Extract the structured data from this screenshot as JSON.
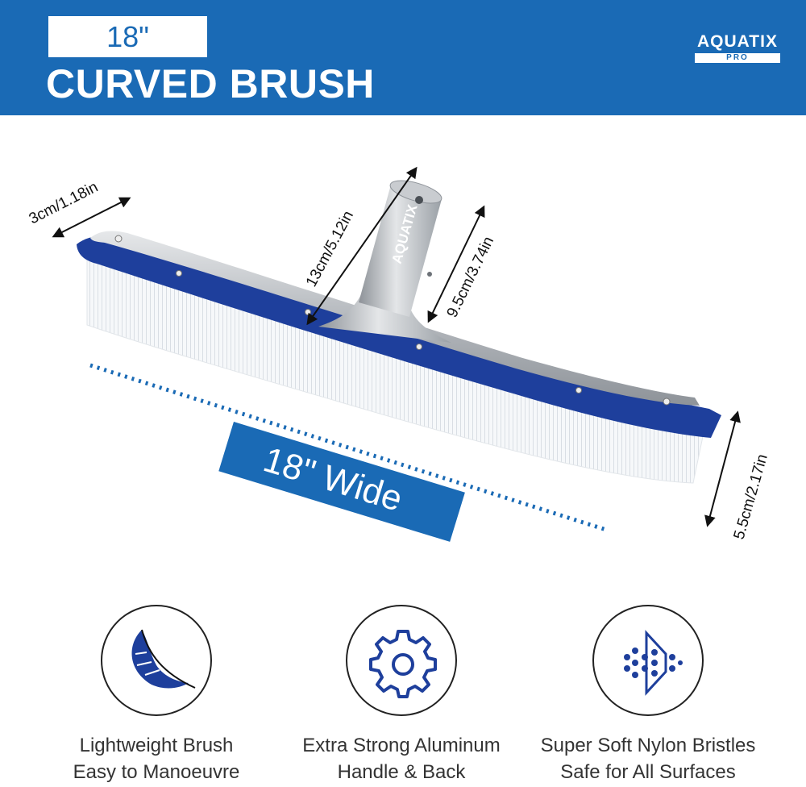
{
  "banner": {
    "size_label": "18\"",
    "headline": "CURVED BRUSH",
    "logo": {
      "name": "AQUATIX",
      "sub": "PRO"
    }
  },
  "product": {
    "handle_logo": "AQUATIX",
    "width_label": "18\" Wide",
    "dimensions": {
      "depth": "3cm/1.18in",
      "handle_height": "13cm/5.12in",
      "socket_height": "9.5cm/3.74in",
      "bristle_height": "5.5cm/2.17in"
    }
  },
  "features": [
    {
      "icon": "feather-icon",
      "line1": "Lightweight Brush",
      "line2": "Easy to Manoeuvre"
    },
    {
      "icon": "gear-icon",
      "line1": "Extra Strong Aluminum",
      "line2": "Handle & Back"
    },
    {
      "icon": "bristle-dots-icon",
      "line1": "Super Soft Nylon Bristles",
      "line2": "Safe for All Surfaces"
    }
  ],
  "colors": {
    "brand_blue": "#1a6ab5",
    "brush_blue": "#1e3f9c",
    "aluminum": "#b8bcc1"
  }
}
